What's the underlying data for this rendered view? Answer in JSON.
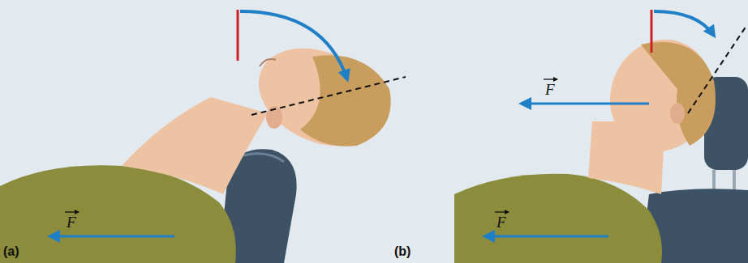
{
  "diagram": {
    "labels": [
      "F",
      "(a)",
      "F",
      "F",
      "(b)"
    ]
  }
}
